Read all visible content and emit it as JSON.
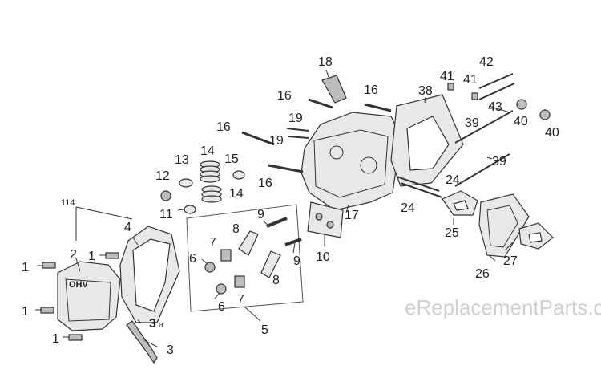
{
  "watermark": "eReplacementParts.com",
  "callouts": {
    "c1a": "1",
    "c1b": "1",
    "c1c": "1",
    "c1d": "1",
    "c2": "2",
    "c3a": "3",
    "c3a_suffix": "a",
    "c3": "3",
    "c4": "4",
    "c5": "5",
    "c6a": "6",
    "c6b": "6",
    "c7a": "7",
    "c7b": "7",
    "c8a": "8",
    "c8b": "8",
    "c9a": "9",
    "c9b": "9",
    "c10": "10",
    "c11": "11",
    "c12": "12",
    "c13": "13",
    "c14a": "14",
    "c14b": "14",
    "c15": "15",
    "c16a": "16",
    "c16b": "16",
    "c16c": "16",
    "c16d": "16",
    "c17": "17",
    "c18": "18",
    "c19a": "19",
    "c19b": "19",
    "c24a": "24",
    "c24b": "24",
    "c25": "25",
    "c26": "26",
    "c27": "27",
    "c38": "38",
    "c39a": "39",
    "c39b": "39",
    "c40a": "40",
    "c40b": "40",
    "c41a": "41",
    "c41b": "41",
    "c42": "42",
    "c43": "43",
    "c114": "114"
  },
  "cover_text": "OHV"
}
